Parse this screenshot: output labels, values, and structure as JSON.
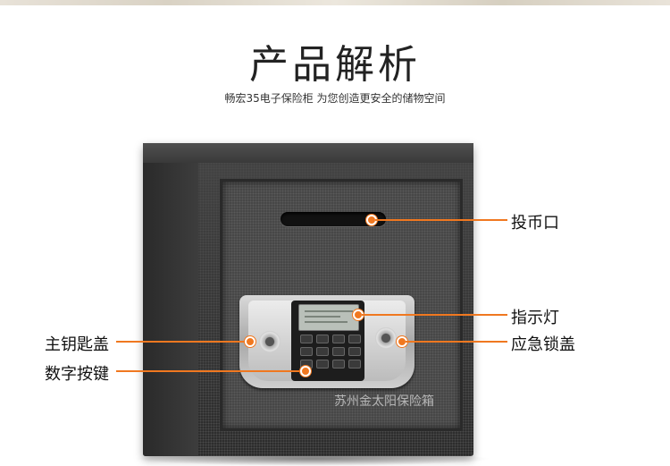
{
  "title": "产品解析",
  "subtitle": "畅宏35电子保险柜  为您创造更安全的储物空间",
  "watermark": "苏州金太阳保险箱",
  "labels": {
    "coin_slot": "投币口",
    "indicator_light": "指示灯",
    "emergency_lock_cover": "应急锁盖",
    "main_key_cover": "主钥匙盖",
    "number_keys": "数字按键"
  },
  "colors": {
    "accent": "#f07820",
    "safe_body": "#3a3a3a",
    "text": "#111111"
  }
}
